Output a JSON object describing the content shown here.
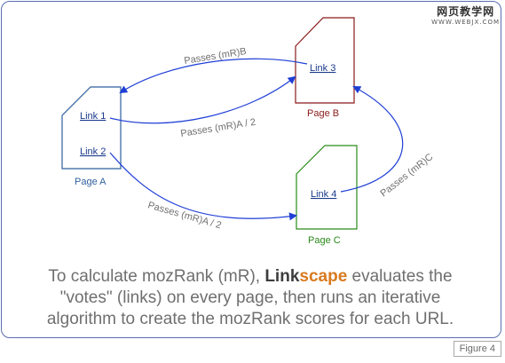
{
  "figure_label": "Figure 4",
  "watermark": {
    "title": "网页教学网",
    "url": "WWW.WEBJX.COM"
  },
  "pages": {
    "a": {
      "label": "Page A",
      "color": "#2f5f9e",
      "links": [
        "Link 1",
        "Link 2"
      ]
    },
    "b": {
      "label": "Page B",
      "color": "#8a1a1a",
      "links": [
        "Link 3"
      ]
    },
    "c": {
      "label": "Page C",
      "color": "#2a8a1a",
      "links": [
        "Link 4"
      ]
    }
  },
  "edges": {
    "b_to_a": "Passes (mR)B",
    "a_to_b": "Passes (mR)A / 2",
    "a_to_c": "Passes (mR)A / 2",
    "c_to_b": "Passes (mR)C"
  },
  "caption": {
    "line1_pre": "To calculate mozRank (mR), ",
    "brand_strong": "Link",
    "brand_accent": "scape",
    "line1_post": " evaluates the",
    "line2": "\"votes\" (links) on every page, then runs an iterative",
    "line3": "algorithm to create the mozRank scores for each URL."
  },
  "colors": {
    "arrow": "#1f3fd6",
    "frame": "#5a6db0",
    "brand_accent": "#d97a1f"
  }
}
